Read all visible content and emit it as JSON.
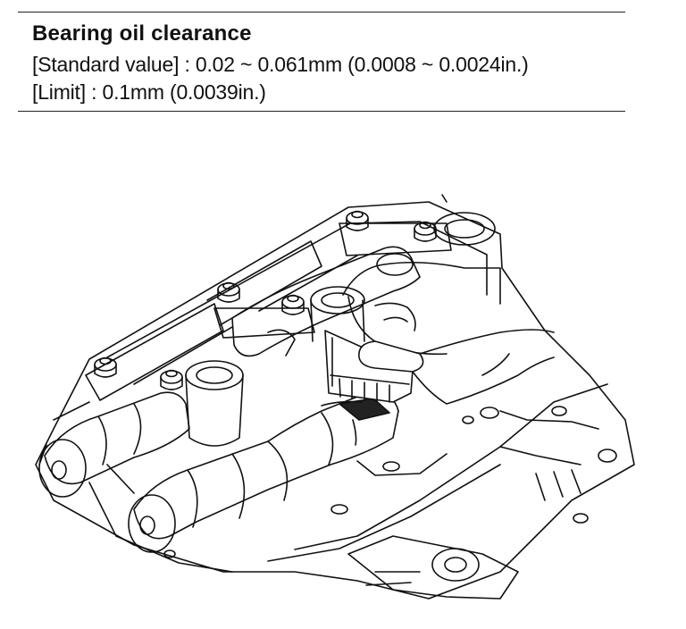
{
  "spec": {
    "title": "Bearing oil clearance",
    "standard_line": "[Standard value] : 0.02 ~ 0.061mm (0.0008 ~ 0.0024in.)",
    "limit_line": "[Limit] :  0.1mm  (0.0039in.)"
  },
  "colors": {
    "ink": "#111111",
    "paper": "#ffffff"
  }
}
